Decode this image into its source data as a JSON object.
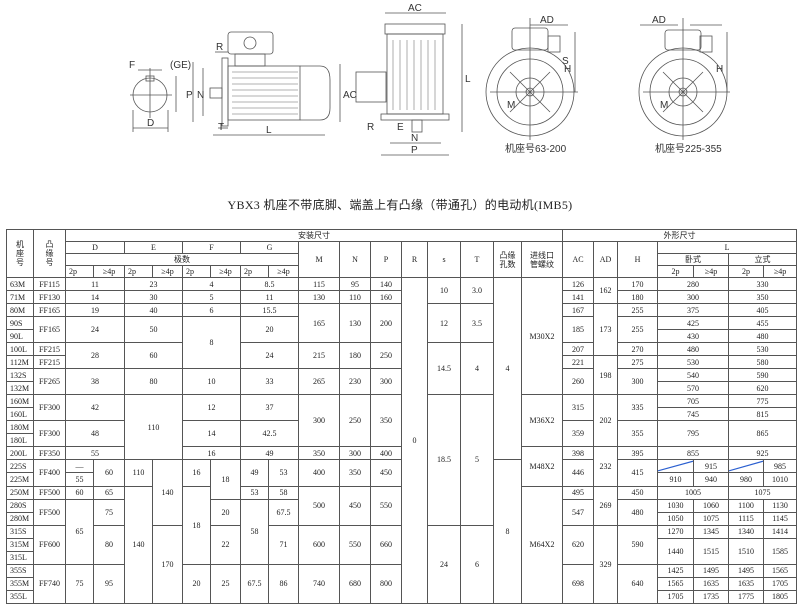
{
  "drawing": {
    "labels": {
      "D": "D",
      "F": "F",
      "GE": "(GE)",
      "P": "P",
      "N": "N",
      "R": "R",
      "T": "T",
      "E": "E",
      "L": "L",
      "AC": "AC",
      "AD": "AD",
      "H": "H",
      "S": "S",
      "M": "M"
    },
    "caption_small": "机座号63-200",
    "caption_large": "机座号225-355"
  },
  "title": "YBX3 机座不带底脚、端盖上有凸缘（带通孔）的电动机(IMB5)",
  "header": {
    "frame": "机座号",
    "flange": "凸缘号",
    "install": "安装尺寸",
    "outline": "外形尺寸",
    "D": "D",
    "E": "E",
    "F": "F",
    "G": "G",
    "M": "M",
    "N": "N",
    "P": "P",
    "R": "R",
    "S": "s",
    "T": "T",
    "holes": "凸缘孔数",
    "thread": "进线口管螺纹",
    "AC": "AC",
    "AD": "AD",
    "H": "H",
    "L": "L",
    "poles": "极数",
    "horizontal": "卧式",
    "vertical": "立式",
    "p2": "2p",
    "p4": "≥4p"
  },
  "rows": [
    [
      "63M",
      "FF115",
      [
        "11",
        2
      ],
      [
        "23",
        2
      ],
      [
        "4",
        2
      ],
      [
        "8.5",
        2
      ],
      "115",
      "95",
      "140",
      [
        "0",
        1,
        25
      ],
      [
        "10",
        1,
        2
      ],
      [
        "3.0",
        1,
        2
      ],
      [
        "4",
        1,
        14
      ],
      [
        "M30X2",
        1,
        9
      ],
      "126",
      [
        "162",
        1,
        2
      ],
      "170",
      [
        "280",
        2
      ],
      [
        "330",
        2
      ]
    ],
    [
      "71M",
      "FF130",
      [
        "14",
        2
      ],
      [
        "30",
        2
      ],
      [
        "5",
        2
      ],
      [
        "11",
        2
      ],
      "130",
      "110",
      "160",
      "141",
      "180",
      [
        "300",
        2
      ],
      [
        "350",
        2
      ]
    ],
    [
      "80M",
      "FF165",
      [
        "19",
        2
      ],
      [
        "40",
        2
      ],
      [
        "6",
        2
      ],
      [
        "15.5",
        2
      ],
      [
        "165",
        1,
        3
      ],
      [
        "130",
        1,
        3
      ],
      [
        "200",
        1,
        3
      ],
      [
        "12",
        1,
        3
      ],
      [
        "3.5",
        1,
        3
      ],
      "167",
      [
        "173",
        1,
        4
      ],
      "255",
      [
        "375",
        2
      ],
      [
        "405",
        2
      ]
    ],
    [
      "90S",
      [
        "FF165",
        1,
        2
      ],
      [
        "24",
        2,
        2
      ],
      [
        "50",
        2,
        2
      ],
      [
        "8",
        2,
        4
      ],
      [
        "20",
        2,
        2
      ],
      [
        "185",
        1,
        2
      ],
      [
        "255",
        1,
        2
      ],
      [
        "425",
        2
      ],
      [
        "455",
        2
      ]
    ],
    [
      "90L",
      [
        "430",
        2
      ],
      [
        "480",
        2
      ]
    ],
    [
      "100L",
      "FF215",
      [
        "28",
        2,
        2
      ],
      [
        "60",
        2,
        2
      ],
      [
        "24",
        2,
        2
      ],
      [
        "215",
        1,
        2
      ],
      [
        "180",
        1,
        2
      ],
      [
        "250",
        1,
        2
      ],
      [
        "14.5",
        1,
        4
      ],
      [
        "4",
        1,
        4
      ],
      "207",
      "270",
      [
        "480",
        2
      ],
      [
        "530",
        2
      ]
    ],
    [
      "112M",
      "FF215",
      "221",
      [
        "198",
        1,
        3
      ],
      "275",
      [
        "530",
        2
      ],
      [
        "580",
        2
      ]
    ],
    [
      "132S",
      [
        "FF265",
        1,
        2
      ],
      [
        "38",
        2,
        2
      ],
      [
        "80",
        2,
        2
      ],
      [
        "10",
        2,
        2
      ],
      [
        "33",
        2,
        2
      ],
      [
        "265",
        1,
        2
      ],
      [
        "230",
        1,
        2
      ],
      [
        "300",
        1,
        2
      ],
      [
        "260",
        1,
        2
      ],
      [
        "300",
        1,
        2
      ],
      [
        "540",
        2
      ],
      [
        "590",
        2
      ]
    ],
    [
      "132M",
      [
        "570",
        2
      ],
      [
        "620",
        2
      ]
    ],
    [
      "160M",
      [
        "FF300",
        1,
        2
      ],
      [
        "42",
        2,
        2
      ],
      [
        "110",
        2,
        5
      ],
      [
        "12",
        2,
        2
      ],
      [
        "37",
        2,
        2
      ],
      [
        "300",
        1,
        4
      ],
      [
        "250",
        1,
        4
      ],
      [
        "350",
        1,
        4
      ],
      [
        "18.5",
        1,
        10
      ],
      [
        "5",
        1,
        10
      ],
      [
        "M36X2",
        1,
        4
      ],
      [
        "315",
        1,
        2
      ],
      [
        "202",
        1,
        4
      ],
      [
        "335",
        1,
        2
      ],
      [
        "705",
        2
      ],
      [
        "775",
        2
      ]
    ],
    [
      "160L",
      [
        "745",
        2
      ],
      [
        "815",
        2
      ]
    ],
    [
      "180M",
      [
        "FF300",
        1,
        2
      ],
      [
        "48",
        2,
        2
      ],
      [
        "14",
        2,
        2
      ],
      [
        "42.5",
        2,
        2
      ],
      [
        "359",
        1,
        2
      ],
      [
        "355",
        1,
        2
      ],
      [
        "795",
        2,
        2
      ],
      [
        "865",
        2,
        2
      ]
    ],
    [
      "180L"
    ],
    [
      "200L",
      "FF350",
      [
        "55",
        2
      ],
      [
        "16",
        2
      ],
      [
        "49",
        2
      ],
      "350",
      "300",
      "400",
      [
        "M48X2",
        1,
        3
      ],
      "398",
      [
        "232",
        1,
        3
      ],
      "395",
      [
        "855",
        2
      ],
      [
        "925",
        2
      ]
    ],
    [
      "225S",
      [
        "FF400",
        1,
        2
      ],
      "—",
      [
        "60",
        1,
        2
      ],
      [
        "110",
        1,
        2
      ],
      [
        "140",
        1,
        5
      ],
      [
        "16",
        1,
        2
      ],
      [
        "18",
        1,
        3
      ],
      [
        "49",
        1,
        2
      ],
      [
        "53",
        1,
        2
      ],
      [
        "400",
        1,
        2
      ],
      [
        "350",
        1,
        2
      ],
      [
        "450",
        1,
        2
      ],
      [
        "8",
        1,
        11
      ],
      [
        "446",
        1,
        2
      ],
      [
        "415",
        1,
        2
      ],
      [
        "",
        1,
        1,
        "diag"
      ],
      "915",
      [
        "",
        1,
        1,
        "diag"
      ],
      "985"
    ],
    [
      "225M",
      "55",
      "910",
      "940",
      "980",
      "1010"
    ],
    [
      "250M",
      "FF500",
      "60",
      "65",
      [
        "140",
        1,
        9
      ],
      [
        "18",
        1,
        6
      ],
      "53",
      "58",
      [
        "500",
        1,
        3
      ],
      [
        "450",
        1,
        3
      ],
      [
        "550",
        1,
        3
      ],
      [
        "M64X2",
        1,
        9
      ],
      "495",
      [
        "269",
        1,
        3
      ],
      "450",
      [
        "1005",
        2
      ],
      [
        "1075",
        2
      ]
    ],
    [
      "280S",
      [
        "FF500",
        1,
        2
      ],
      [
        "65",
        1,
        5
      ],
      [
        "75",
        1,
        2
      ],
      [
        "20",
        1,
        2
      ],
      [
        "58",
        1,
        5
      ],
      [
        "67.5",
        1,
        2
      ],
      [
        "547",
        1,
        2
      ],
      [
        "480",
        1,
        2
      ],
      "1030",
      "1060",
      "1100",
      "1130"
    ],
    [
      "280M",
      "1050",
      "1075",
      "1115",
      "1145"
    ],
    [
      "315S",
      [
        "FF600",
        1,
        3
      ],
      [
        "80",
        1,
        3
      ],
      [
        "170",
        1,
        6
      ],
      [
        "22",
        1,
        3
      ],
      [
        "71",
        1,
        3
      ],
      [
        "600",
        1,
        3
      ],
      [
        "550",
        1,
        3
      ],
      [
        "660",
        1,
        3
      ],
      [
        "24",
        1,
        6
      ],
      [
        "6",
        1,
        6
      ],
      [
        "620",
        1,
        3
      ],
      [
        "329",
        1,
        6
      ],
      [
        "590",
        1,
        3
      ],
      "1270",
      "1345",
      "1340",
      "1414"
    ],
    [
      "315M",
      [
        "1440",
        1,
        2
      ],
      [
        "1515",
        1,
        2
      ],
      [
        "1510",
        1,
        2
      ],
      [
        "1585",
        1,
        2
      ]
    ],
    [
      "315L"
    ],
    [
      "355S",
      [
        "FF740",
        1,
        3
      ],
      [
        "75",
        1,
        3
      ],
      [
        "95",
        1,
        3
      ],
      [
        "20",
        1,
        3
      ],
      [
        "25",
        1,
        3
      ],
      [
        "67.5",
        1,
        3
      ],
      [
        "86",
        1,
        3
      ],
      [
        "740",
        1,
        3
      ],
      [
        "680",
        1,
        3
      ],
      [
        "800",
        1,
        3
      ],
      [
        "698",
        1,
        3
      ],
      [
        "640",
        1,
        3
      ],
      "1425",
      "1495",
      "1495",
      "1565"
    ],
    [
      "355M",
      "1565",
      "1635",
      "1635",
      "1705"
    ],
    [
      "355L",
      "1705",
      "1735",
      "1775",
      "1805"
    ]
  ],
  "colors": {
    "line": "#555555",
    "diagonal": "#2a5fd0"
  }
}
